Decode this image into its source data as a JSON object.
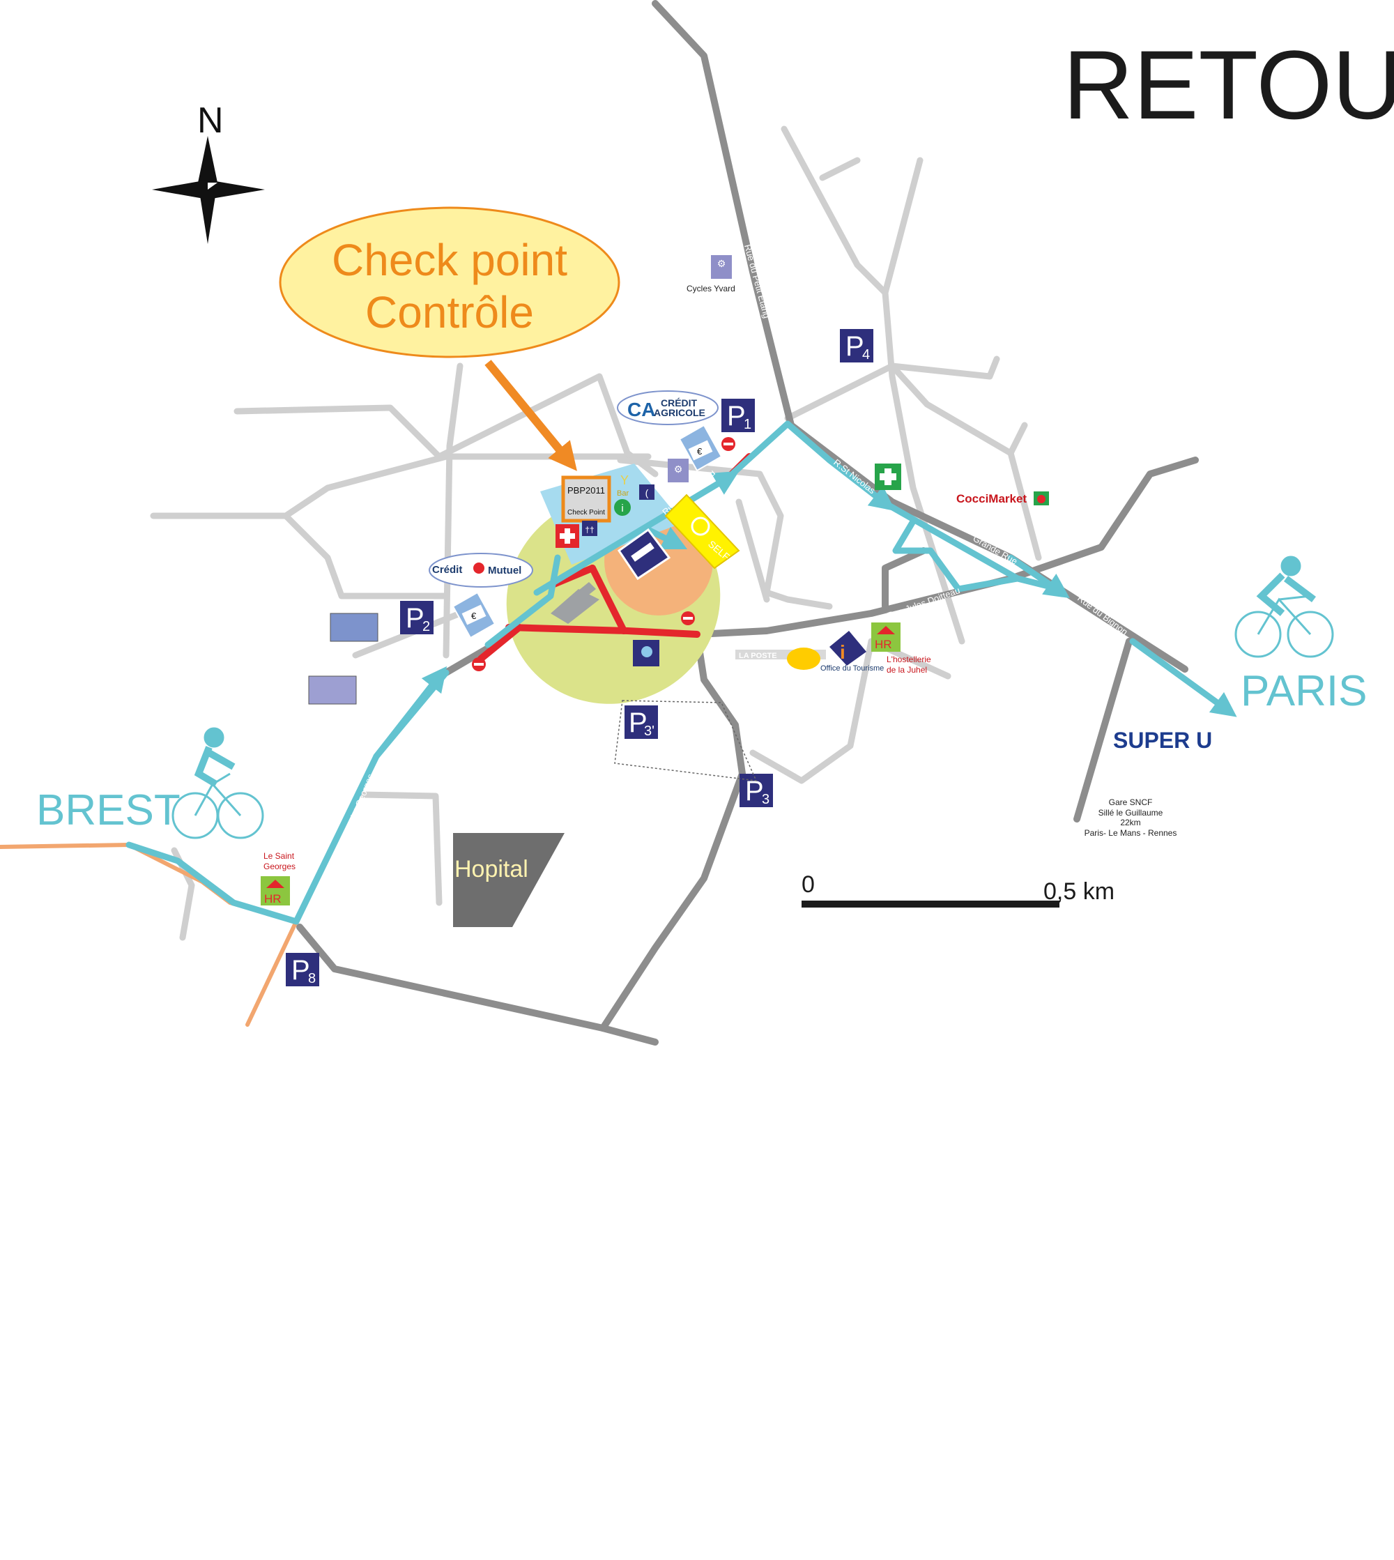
{
  "title": "RETOUR",
  "compass": {
    "north_label": "N"
  },
  "checkpoint_bubble": {
    "line1": "Check point",
    "line2": "Contrôle"
  },
  "checkpoint_sign": {
    "line1": "PBP2011",
    "line2": "Check Point"
  },
  "bar_label": "Bar",
  "self_label": "SELF",
  "cities": {
    "start": "BREST",
    "end": "PARIS"
  },
  "parking": [
    {
      "label": "P",
      "sub": "1"
    },
    {
      "label": "P",
      "sub": "2"
    },
    {
      "label": "P",
      "sub": "3"
    },
    {
      "label": "P",
      "sub": "3'"
    },
    {
      "label": "P",
      "sub": "4"
    },
    {
      "label": "P",
      "sub": "8"
    }
  ],
  "streets": {
    "petit_etang": "Rue du Petit Etang",
    "st_nicolas": "R.St Nicolas",
    "gervaiseau": "Rue Gervaiseau",
    "grande_rue": "Grande Rue",
    "jules_doitteau": "Rue Jules Doitteau",
    "bignon": "Rue du Bignon",
    "saint_georges": "Rue Saint Georges"
  },
  "places": {
    "cycles": "Cycles Yvard",
    "credit_agricole_1": "CRÉDIT",
    "credit_agricole_2": "AGRICOLE",
    "credit_mutuel_1": "Crédit",
    "credit_mutuel_2": "Mutuel",
    "coccimarket": "CocciMarket",
    "super_u": "SUPER U",
    "hopital": "Hopital",
    "laposte": "LA POSTE",
    "office_tourisme": "Office du Tourisme",
    "hostellerie_1": "L'hostellerie",
    "hostellerie_2": "de la Juhel",
    "saint_georges_1": "Le Saint",
    "saint_georges_2": "Georges",
    "hr_label": "HR"
  },
  "gare": {
    "line1": "Gare SNCF",
    "line2": "Sillé le Guillaume",
    "line3": "22km",
    "line4": "Paris- Le Mans - Rennes"
  },
  "scale": {
    "start": "0",
    "end": "0,5 km"
  },
  "colors": {
    "route": "#63c3d0",
    "checkpoint_zone": "#dbe38a",
    "restricted_road": "#e4262c",
    "parking": "#2e2f7c",
    "bubble_fill": "#fff2a0",
    "bubble_text": "#ee8a1b",
    "arrow": "#f08a24"
  }
}
